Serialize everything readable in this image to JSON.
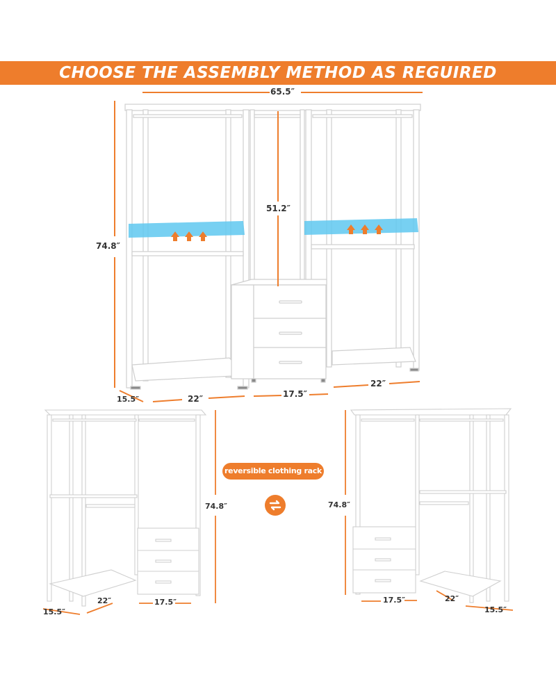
{
  "banner": {
    "title": "CHOOSE THE ASSEMBLY METHOD AS REGUIRED"
  },
  "main_dims": {
    "width": "65.5″",
    "height": "74.8″",
    "hanging": "51.2″",
    "depth": "15.5″",
    "left_section": "22″",
    "middle_section": "17.5″",
    "right_section": "22″"
  },
  "left_corner_dims": {
    "height": "74.8″",
    "depth": "15.5″",
    "side": "22″",
    "drawer": "17.5″"
  },
  "right_corner_dims": {
    "height": "74.8″",
    "drawer": "17.5″",
    "side": "22″",
    "depth": "15.5″"
  },
  "reversible_label": "reversible clothing rack",
  "icons": [
    "swap-arrows-icon",
    "up-arrow-icon"
  ],
  "colors": {
    "accent": "#ee7d2c",
    "highlight": "#5fc8f0",
    "frame": "#ffffff",
    "outline": "#d0d0d0"
  }
}
